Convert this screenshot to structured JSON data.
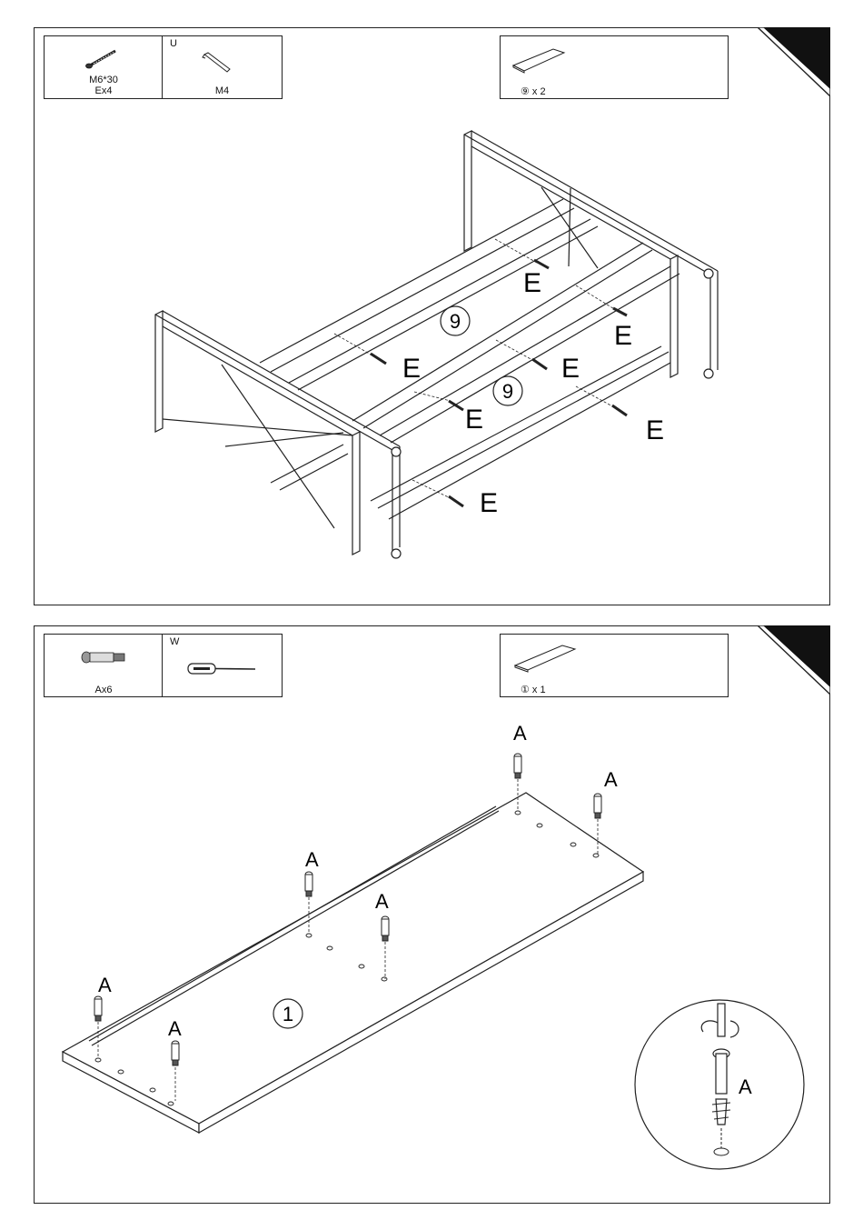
{
  "step1": {
    "hardware": {
      "screw_size": "M6*30",
      "screw_qty": "Ex4",
      "tool_id": "U",
      "tool_size": "M4"
    },
    "part": {
      "label": "⑨ x 2"
    },
    "labels": {
      "screw": "E",
      "panel": "9"
    }
  },
  "step2": {
    "hardware": {
      "cam_qty": "Ax6",
      "tool_id": "W"
    },
    "part": {
      "label": "① x 1"
    },
    "labels": {
      "cam": "A",
      "panel": "1"
    }
  }
}
